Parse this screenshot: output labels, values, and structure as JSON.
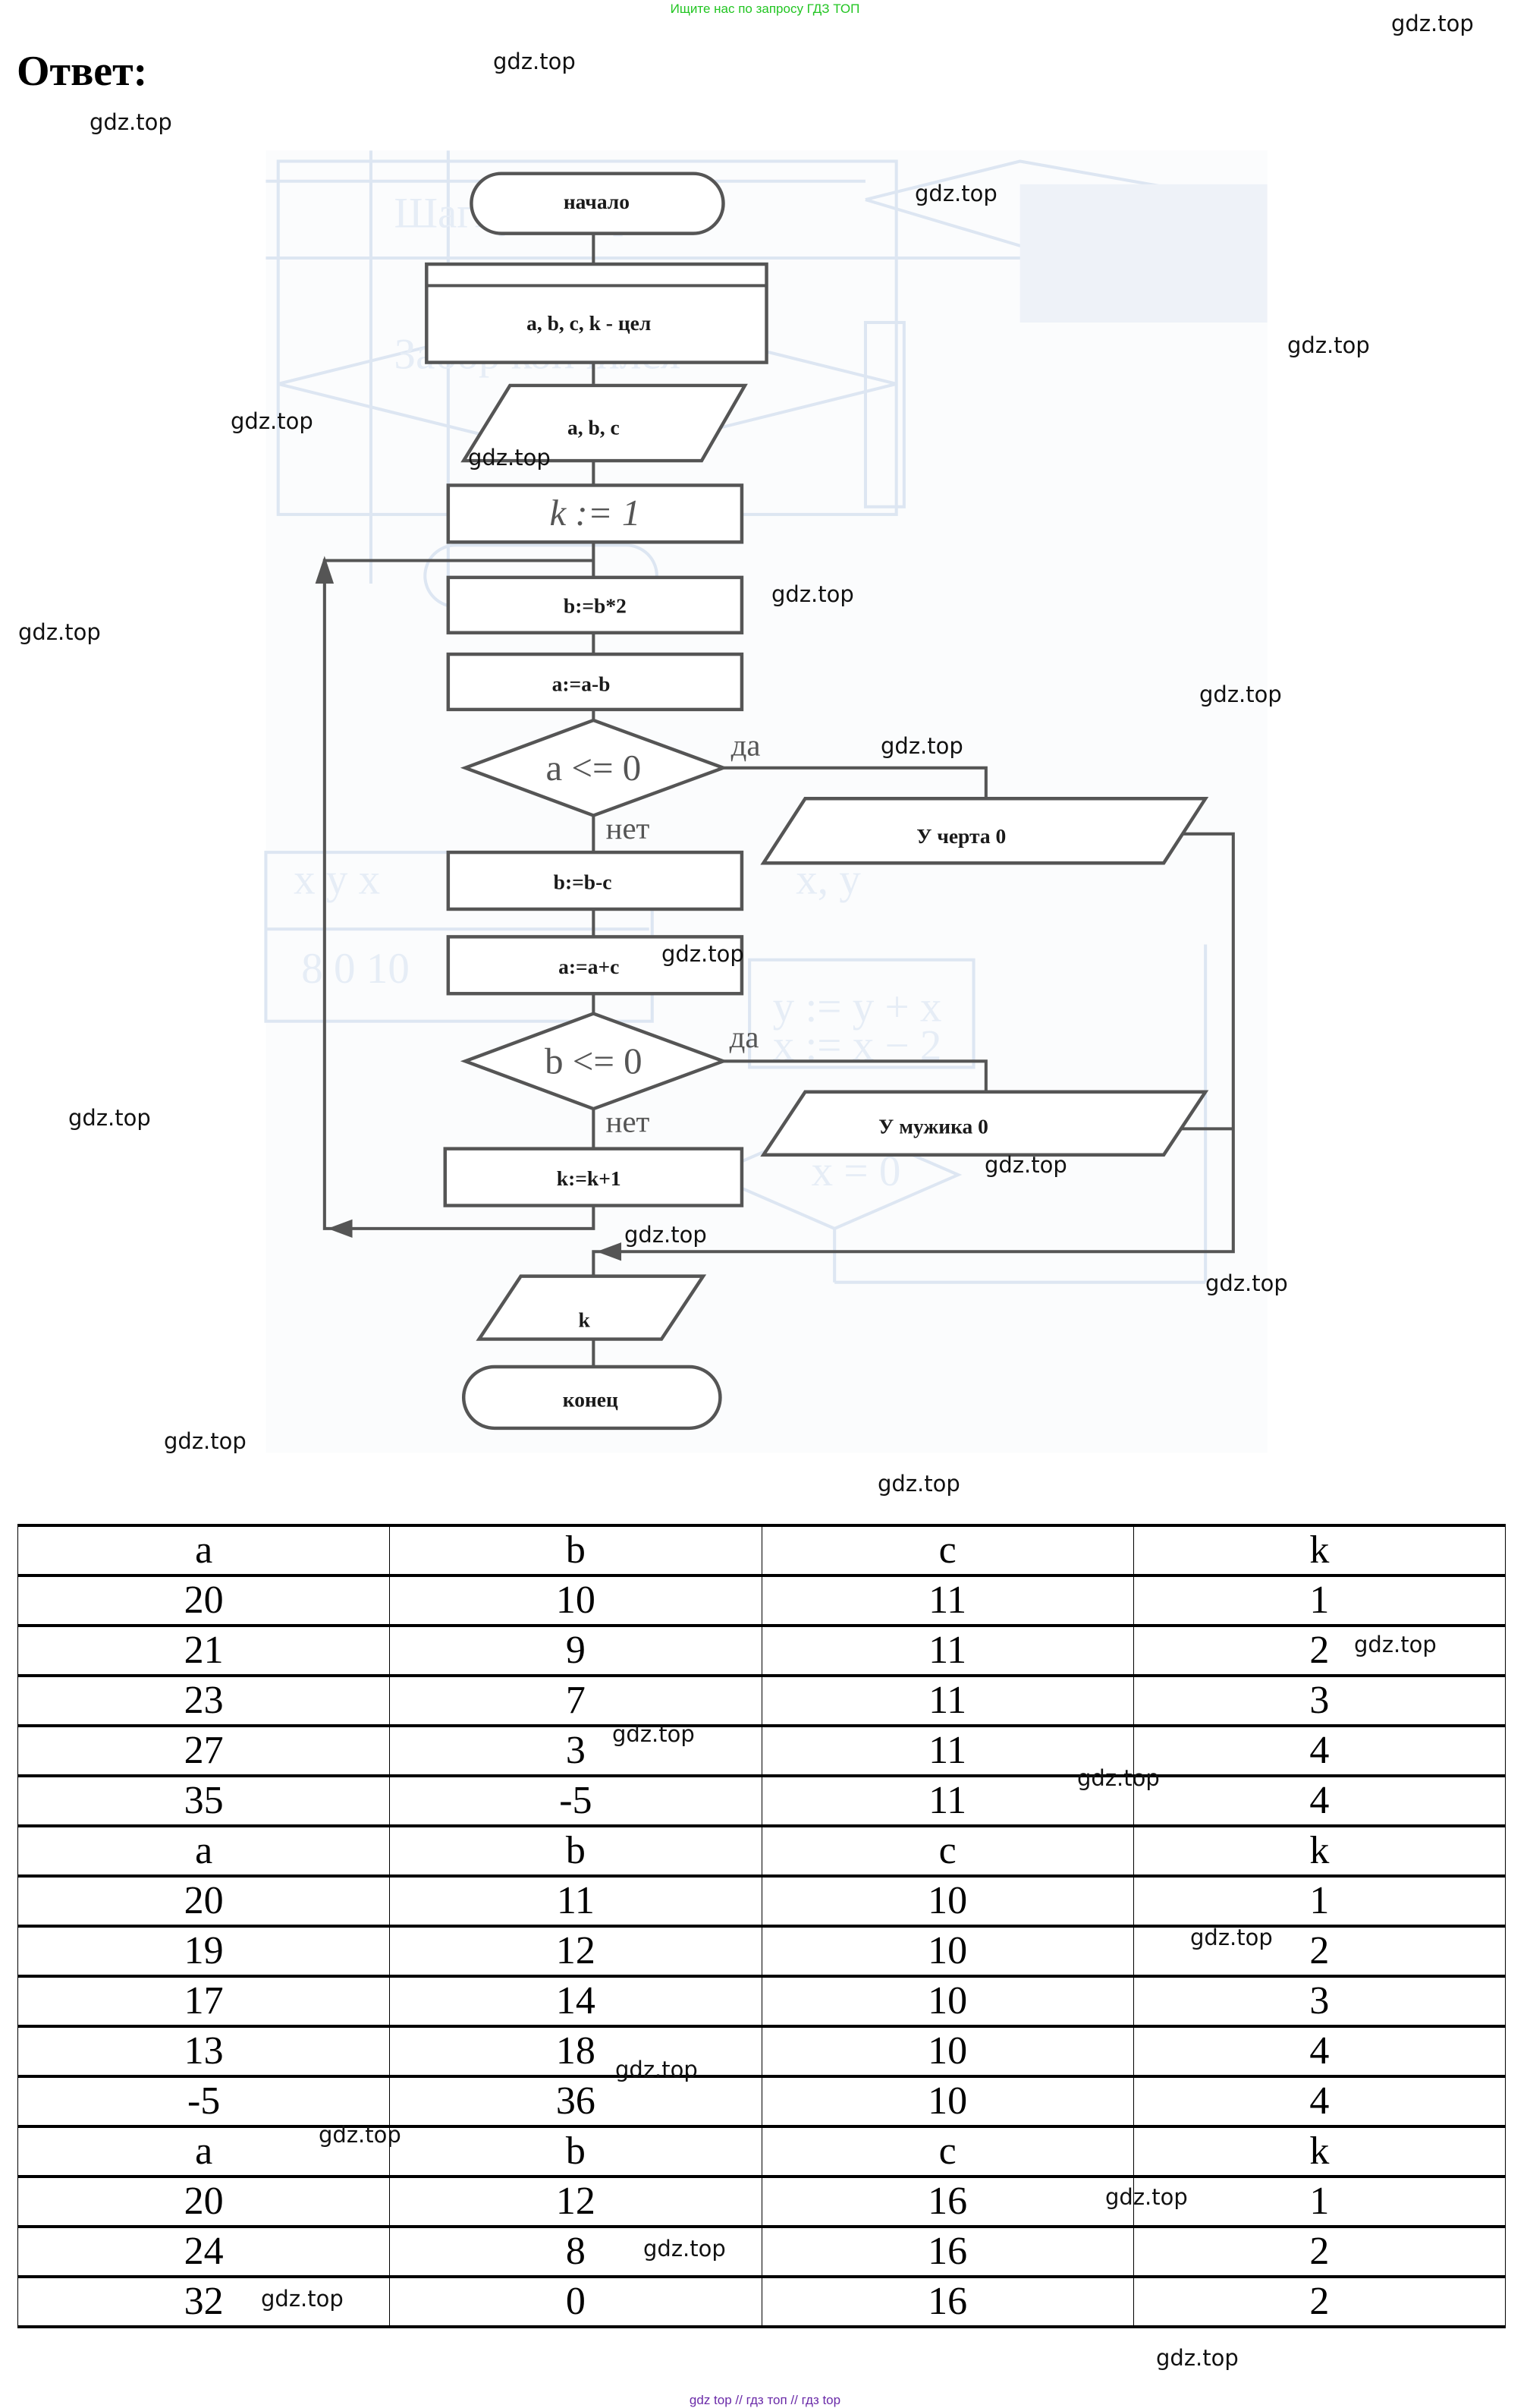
{
  "promo_text": "Ищите нас по запросу ГДЗ ТОП",
  "answer_label": "Ответ:",
  "watermark": "gdz.top",
  "footer_text": "gdz top  //  гдз топ  //  гдз top",
  "flowchart": {
    "start": "начало",
    "declare": "a, b, c, k - цел",
    "input": "a, b, c",
    "init": "k := 1",
    "step1": "b:=b*2",
    "step2": "a:=a-b",
    "cond1": "a <= 0",
    "yes1": "да",
    "no1": "нет",
    "out1": "У черта 0",
    "step3": "b:=b-c",
    "step4": "a:=a+c",
    "cond2": "b <= 0",
    "yes2": "да",
    "no2": "нет",
    "out2": "У мужика 0",
    "step5": "k:=k+1",
    "output": "k",
    "end": "конец"
  },
  "table": {
    "header": [
      "a",
      "b",
      "c",
      "k"
    ],
    "rows": [
      [
        "a",
        "b",
        "c",
        "k"
      ],
      [
        "20",
        "10",
        "11",
        "1"
      ],
      [
        "21",
        "9",
        "11",
        "2"
      ],
      [
        "23",
        "7",
        "11",
        "3"
      ],
      [
        "27",
        "3",
        "11",
        "4"
      ],
      [
        "35",
        "-5",
        "11",
        "4"
      ],
      [
        "a",
        "b",
        "c",
        "k"
      ],
      [
        "20",
        "11",
        "10",
        "1"
      ],
      [
        "19",
        "12",
        "10",
        "2"
      ],
      [
        "17",
        "14",
        "10",
        "3"
      ],
      [
        "13",
        "18",
        "10",
        "4"
      ],
      [
        "-5",
        "36",
        "10",
        "4"
      ],
      [
        "a",
        "b",
        "c",
        "k"
      ],
      [
        "20",
        "12",
        "16",
        "1"
      ],
      [
        "24",
        "8",
        "16",
        "2"
      ],
      [
        "32",
        "0",
        "16",
        "2"
      ]
    ]
  }
}
